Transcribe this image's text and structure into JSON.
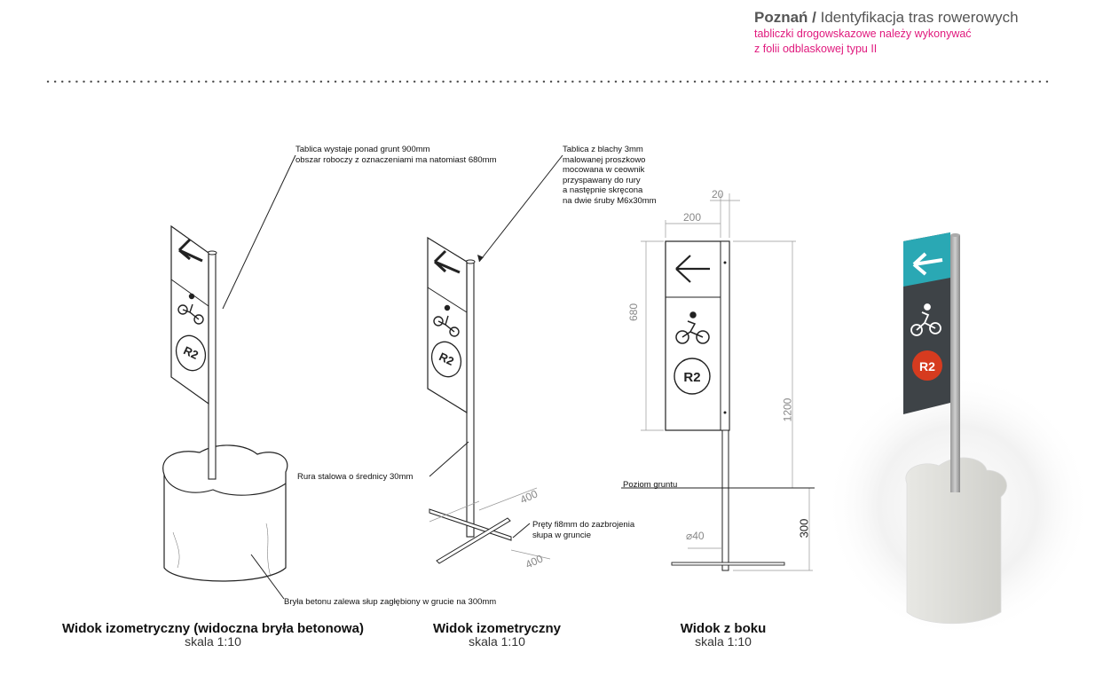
{
  "header": {
    "title_bold": "Poznań /",
    "title_rest": " Identyfikacja tras rowerowych",
    "line1": "tabliczki drogowskazowe należy wykonywać",
    "line2": "z folii odblaskowej typu II"
  },
  "notes": {
    "board_height": [
      "Tablica wystaje ponad grunt 900mm",
      "obszar roboczy z oznaczeniami ma natomiast 680mm"
    ],
    "board_material": [
      "Tablica z blachy 3mm",
      "malowanej proszkowo",
      "mocowana w ceownik",
      "przyspawany do rury",
      "a następnie skręcona",
      "na dwie śruby M6x30mm"
    ],
    "pipe": "Rura stalowa o średnicy 30mm",
    "rods": [
      "Pręty fi8mm do zazbrojenia",
      "słupa w gruncie"
    ],
    "concrete": "Bryła betonu zalewa słup zagłębiony w grucie na 300mm",
    "ground": "Poziom gruntu"
  },
  "dimensions": {
    "w20": "20",
    "w200": "200",
    "h680": "680",
    "h1200": "1200",
    "h300": "300",
    "d40": "⌀40",
    "rod1": "400",
    "rod2": "400"
  },
  "sign": {
    "route": "R2",
    "arrow_icon": "arrow-left-icon",
    "bike_icon": "cyclist-icon"
  },
  "captions": {
    "view1_title": "Widok izometryczny (widoczna bryła betonowa)",
    "view1_scale": "skala 1:10",
    "view2_title": "Widok izometryczny",
    "view2_scale": "skala 1:10",
    "view3_title": "Widok z boku",
    "view3_scale": "skala 1:10"
  },
  "colors": {
    "accent": "#e0197d",
    "sign_teal": "#2aa8b4",
    "sign_dark": "#3e4347",
    "sign_red": "#d63b1f"
  }
}
